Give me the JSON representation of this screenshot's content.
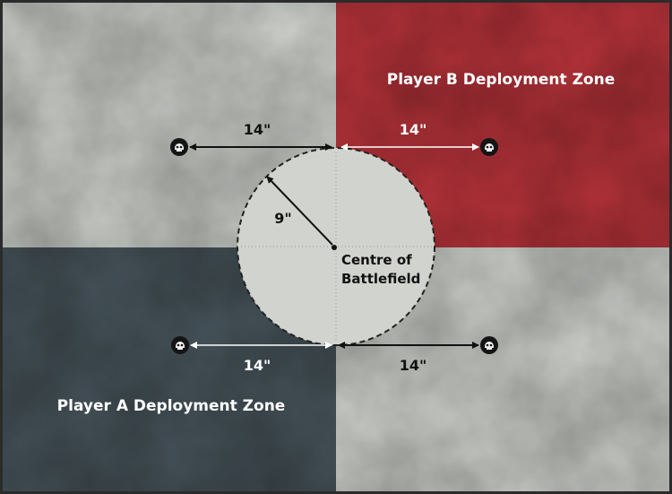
{
  "zones": {
    "player_b": "Player B Deployment Zone",
    "player_a": "Player A Deployment Zone"
  },
  "centre_label_line1": "Centre of",
  "centre_label_line2": "Battlefield",
  "radius_label": "9\"",
  "measurements": {
    "top_left": "14\"",
    "top_right": "14\"",
    "bottom_left": "14\"",
    "bottom_right": "14\""
  },
  "colors": {
    "grey_zone": "#cdd0cb",
    "red_zone": "#b6333a",
    "dark_zone": "#46535a",
    "circle_fill": "#d1d3cf",
    "border": "#2b2b2b"
  },
  "icons": {
    "objective_marker": "skull-icon"
  }
}
